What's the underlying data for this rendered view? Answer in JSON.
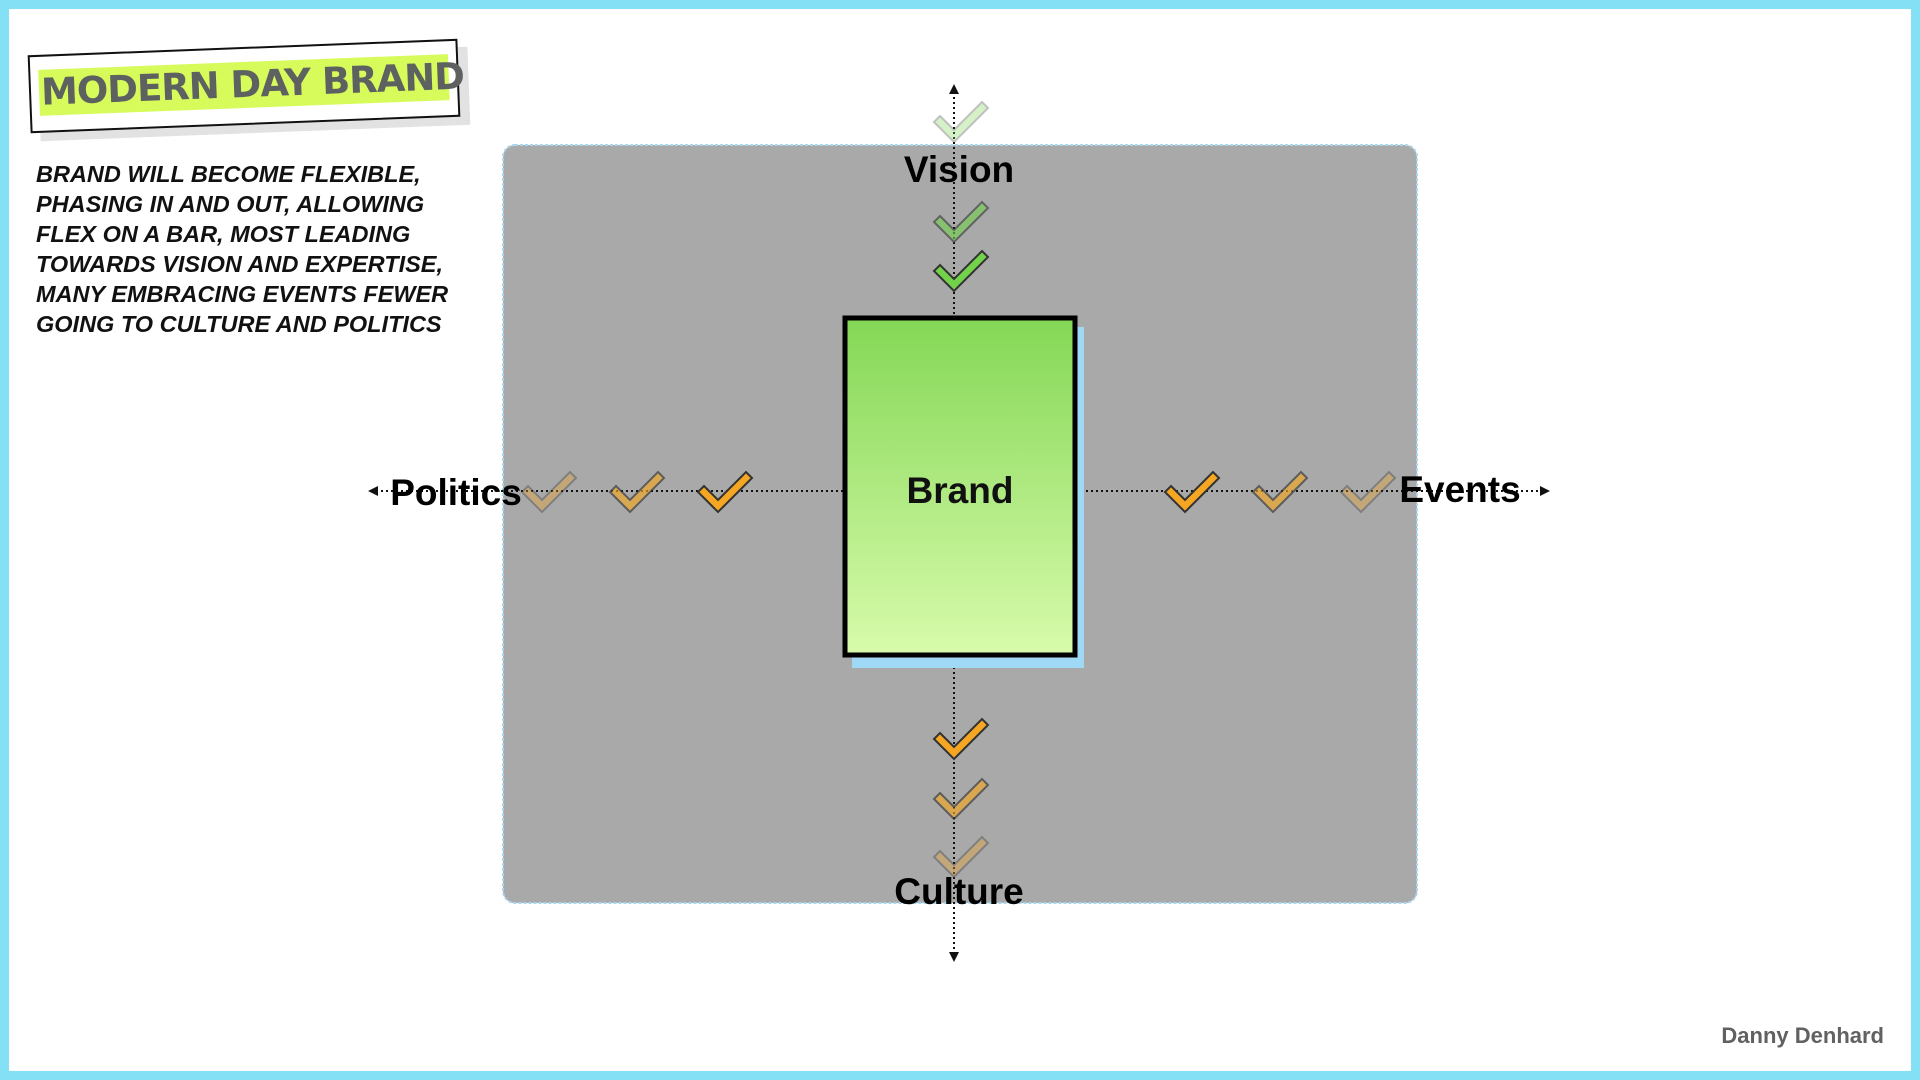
{
  "header": {
    "title": "MODERN DAY BRAND"
  },
  "description": {
    "lines": [
      "BRAND WILL BECOME FLEXIBLE,",
      "PHASING IN AND OUT, ALLOWING",
      "FLEX ON A BAR, MOST LEADING",
      "TOWARDS VISION AND EXPERTISE,",
      "MANY EMBRACING EVENTS FEWER",
      "GOING TO CULTURE AND POLITICS"
    ]
  },
  "diagram": {
    "center_label": "Brand",
    "axes": {
      "top": "Vision",
      "bottom": "Culture",
      "left": "Politics",
      "right": "Events"
    },
    "colors": {
      "frame_border": "#84e1f5",
      "panel_fill": "#a9a9a9",
      "brand_gradient_top": "#84d756",
      "brand_gradient_bottom": "#d8fbab",
      "brand_shadow": "#9fd9f5",
      "check_green": "#72d24a",
      "check_orange": "#f5a623",
      "check_outline": "#333333"
    }
  },
  "footer": {
    "author": "Danny Denhard"
  }
}
